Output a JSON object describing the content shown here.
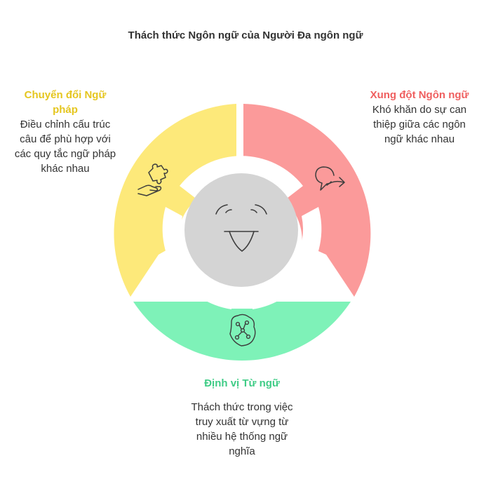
{
  "title": "Thách thức Ngôn ngữ của Người Đa ngôn ngữ",
  "colors": {
    "grammar": "#fde97a",
    "grammar_text": "#e5c61f",
    "conflict": "#fb9a9a",
    "conflict_text": "#ef5f5f",
    "lexical": "#7ef2b8",
    "lexical_text": "#3fcc86",
    "center": "#d4d4d4",
    "stroke": "#3d3d3d"
  },
  "sections": {
    "grammar": {
      "heading": "Chuyển đổi Ngữ pháp",
      "description": "Điều chỉnh cấu trúc câu để phù hợp với các quy tắc ngữ pháp khác nhau",
      "icon": "puzzle-hand-icon"
    },
    "conflict": {
      "heading": "Xung đột Ngôn ngữ",
      "description": "Khó khăn do sự can thiệp giữa các ngôn ngữ khác nhau",
      "icon": "speech-bubble-arrow-icon"
    },
    "lexical": {
      "heading": "Định vị Từ ngữ",
      "description": "Thách thức trong việc truy xuất từ vựng từ nhiều hệ thống ngữ nghĩa",
      "icon": "brain-network-icon"
    }
  },
  "center": {
    "icon": "confused-face-icon"
  }
}
